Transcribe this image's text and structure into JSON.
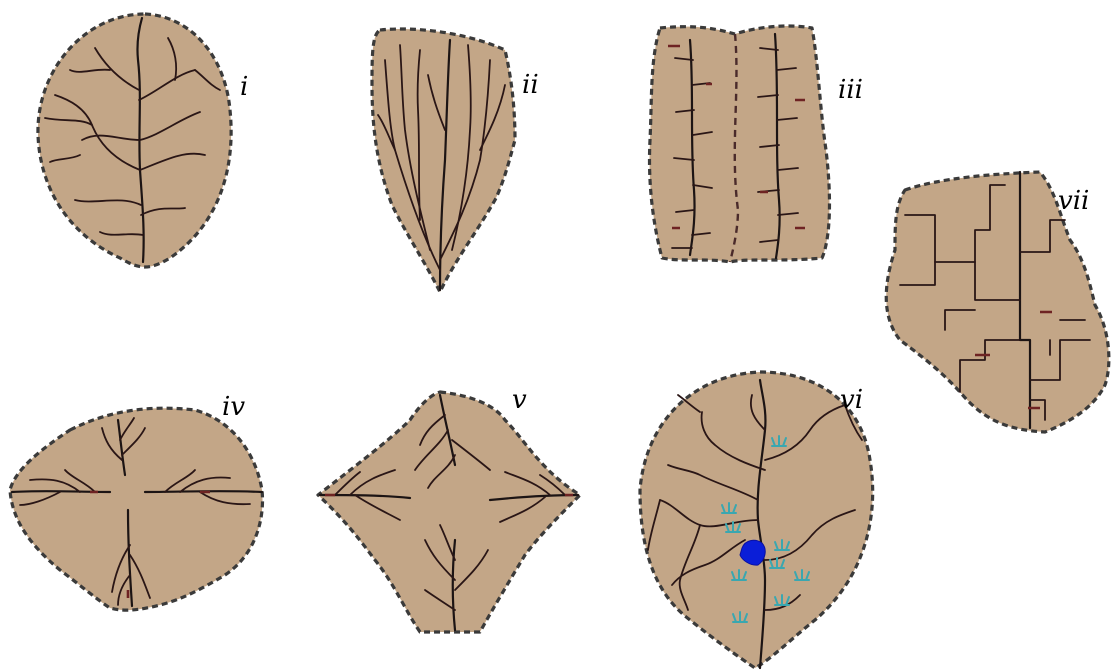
{
  "diagram": {
    "labels": {
      "i": "i",
      "ii": "ii",
      "iii": "iii",
      "iv": "iv",
      "v": "v",
      "vi": "vi",
      "vii": "vii"
    },
    "colors": {
      "basin_fill": "#c3a687",
      "outline": "#3a3a3a",
      "stream": "#1c1414",
      "marsh": "#3aa7b0",
      "lake": "#0a1ed8"
    }
  }
}
